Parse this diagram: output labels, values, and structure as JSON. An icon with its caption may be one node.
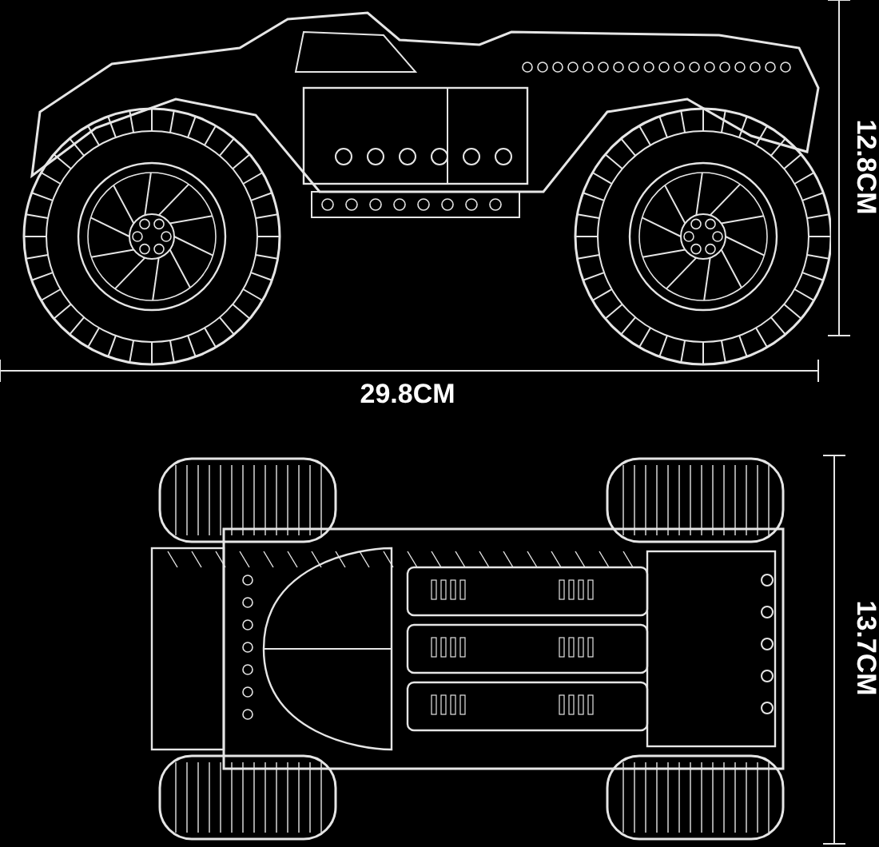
{
  "diagram": {
    "labels": [
      "12.8CM",
      "29.8CM",
      "13.7CM"
    ]
  }
}
